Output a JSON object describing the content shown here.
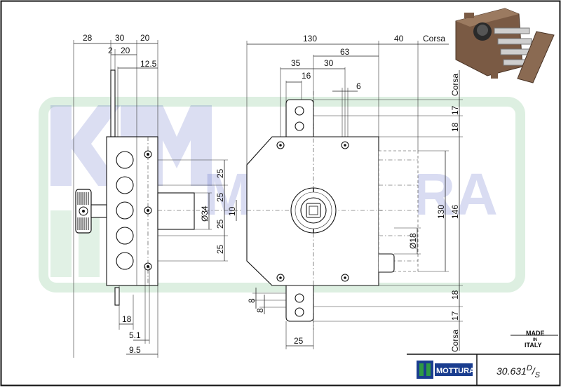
{
  "watermark": {
    "brand": "MOTTURA",
    "logo_letters": "KM"
  },
  "side_view": {
    "top_dims": [
      "28",
      "30",
      "20",
      "2",
      "20",
      "12.5"
    ],
    "right_dims": [
      "25",
      "25",
      "25",
      "25",
      "10",
      "Ø34"
    ],
    "bottom_dims": [
      "18",
      "5.1",
      "9.5"
    ]
  },
  "front_view": {
    "top_dims": [
      "130",
      "40",
      "Corsa",
      "35",
      "63",
      "16",
      "30",
      "6"
    ],
    "right_dims": [
      "Corsa",
      "17",
      "18",
      "130",
      "146",
      "18",
      "17",
      "Corsa",
      "Ø18"
    ],
    "left_dims": [
      "8",
      "8"
    ],
    "bottom_dims": [
      "25"
    ]
  },
  "footer": {
    "made_in_line1": "MADE",
    "made_in_line2": "IN",
    "made_in_line3": "ITALY",
    "brand_logo_text": "MOTTURA",
    "model_base": "30.631",
    "model_sup": "D",
    "model_sep": "/",
    "model_sub": "S"
  },
  "colors": {
    "frame": "#111111",
    "watermark_blue": "#1c2fb0",
    "watermark_green": "#2e9a44",
    "lock_brown": "#7a5a44",
    "logo_blue": "#1a3d8f",
    "logo_green": "#2e9a44"
  },
  "icons": [
    "lock-product-photo",
    "mottura-logo-icon"
  ]
}
